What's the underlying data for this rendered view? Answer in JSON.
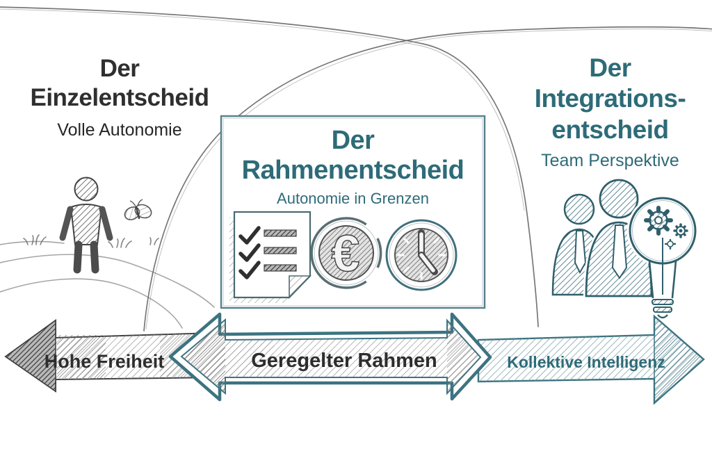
{
  "colors": {
    "ink": "#2f2f2f",
    "teal_text": "#2e6b78",
    "teal_stroke": "#3c7380",
    "pencil_gray": "#616161"
  },
  "sections": {
    "left": {
      "title_line1": "Der",
      "title_line2": "Einzelentscheid",
      "subtitle": "Volle Autonomie",
      "illustration": "person-with-butterfly-on-path-icon"
    },
    "center": {
      "title_line1": "Der",
      "title_line2": "Rahmenentscheid",
      "subtitle": "Autonomie in Grenzen",
      "illustrations": [
        "checklist-icon",
        "euro-coin-icon",
        "clock-icon"
      ],
      "euro_symbol": "€"
    },
    "right": {
      "title_line1": "Der",
      "title_line2": "Integrations-",
      "title_line3": "entscheid",
      "subtitle": "Team Perspektive",
      "illustration": "team-lightbulb-gears-icon"
    }
  },
  "axis": {
    "left_arrow": {
      "label": "Hohe Freiheit",
      "direction": "left"
    },
    "center_arrow": {
      "label": "Geregelter Rahmen",
      "direction": "both"
    },
    "right_arrow": {
      "label": "Kollektive Intelligenz",
      "direction": "right"
    }
  }
}
